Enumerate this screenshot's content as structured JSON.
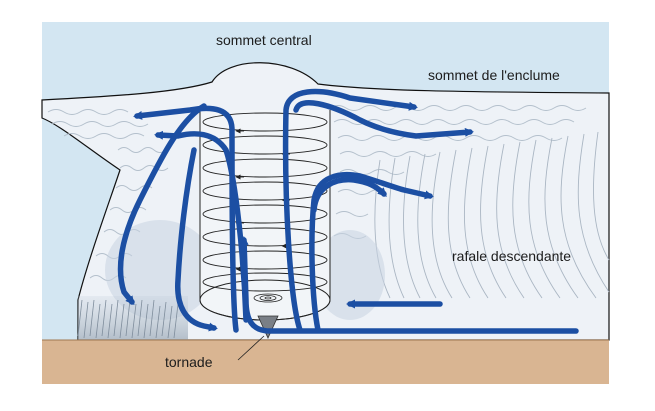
{
  "labels": {
    "central_top": "sommet central",
    "anvil_top": "sommet de l'enclume",
    "downdraft": "rafale descendante",
    "tornado": "tornade"
  },
  "colors": {
    "sky": "#d3e6f2",
    "cloud": "#edf1f6",
    "ground": "#d9b592",
    "arrow": "#1c4fa3",
    "ink": "#2a2a2a"
  }
}
